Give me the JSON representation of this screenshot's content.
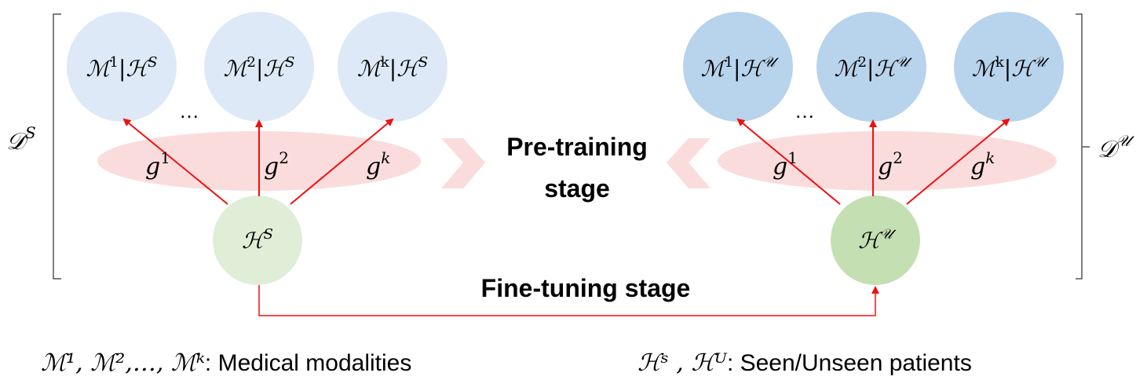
{
  "colors": {
    "seen_modality": "#dde9f6",
    "unseen_modality": "#b8d3ec",
    "seen_patient": "#e0eed8",
    "unseen_patient": "#c4e0b3",
    "ellipse": "#fbdcdc",
    "chevron": "#fbdcdc",
    "arrow": "#ee1111",
    "bracket": "#555555"
  },
  "seen": {
    "set_label": {
      "base": "𝒟",
      "sup": "S"
    },
    "patient": {
      "base": "ℋ",
      "sup": "S"
    },
    "modalities": [
      {
        "m": "ℳ",
        "m_sup": "1",
        "h": "ℋ",
        "h_sup": "S",
        "func": "g",
        "func_sup": "1"
      },
      {
        "m": "ℳ",
        "m_sup": "2",
        "h": "ℋ",
        "h_sup": "S",
        "func": "g",
        "func_sup": "2"
      },
      {
        "m": "ℳ",
        "m_sup": "k",
        "h": "ℋ",
        "h_sup": "S",
        "func": "g",
        "func_sup": "k"
      }
    ],
    "ellipsis": "…"
  },
  "unseen": {
    "set_label": {
      "base": "𝒟",
      "sup": "𝒰"
    },
    "patient": {
      "base": "ℋ",
      "sup": "𝒰"
    },
    "modalities": [
      {
        "m": "ℳ",
        "m_sup": "1",
        "h": "ℋ",
        "h_sup": "𝒰",
        "func": "g",
        "func_sup": "1"
      },
      {
        "m": "ℳ",
        "m_sup": "2",
        "h": "ℋ",
        "h_sup": "𝒰",
        "func": "g",
        "func_sup": "2"
      },
      {
        "m": "ℳ",
        "m_sup": "k",
        "h": "ℋ",
        "h_sup": "𝒰",
        "func": "g",
        "func_sup": "k"
      }
    ],
    "ellipsis": "…"
  },
  "stages": {
    "pretraining_line1": "Pre-training",
    "pretraining_line2": "stage",
    "finetuning": "Fine-tuning stage"
  },
  "legend": {
    "modalities_symbols": "ℳ¹, ℳ²,…,  ℳᵏ",
    "modalities_text": ": Medical modalities",
    "patients_symbols": "ℋˢ  , ℋᵁ",
    "patients_text": ": Seen/Unseen  patients"
  }
}
